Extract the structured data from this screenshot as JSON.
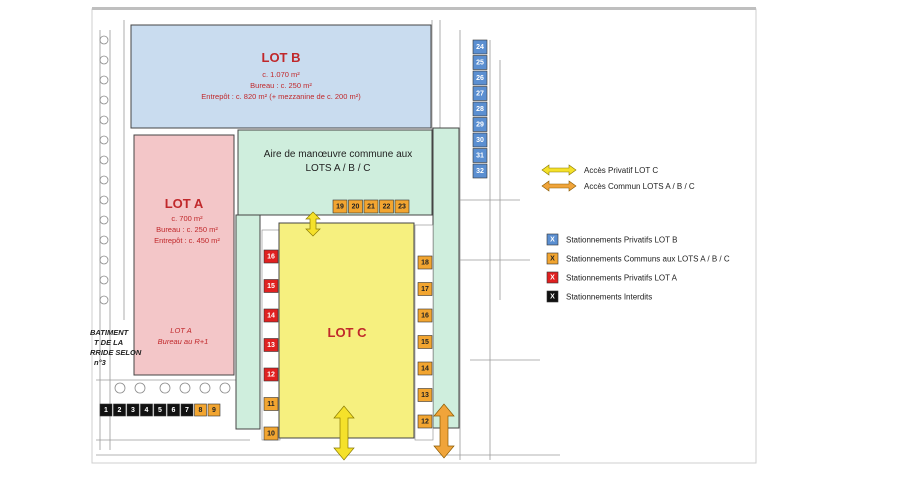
{
  "lots": {
    "lot_b": {
      "title": "LOT B",
      "lines": [
        "c. 1.070 m²",
        "Bureau : c. 250 m²",
        "Entrepôt : c. 820 m² (+ mezzanine de c. 200 m²)"
      ]
    },
    "lot_a": {
      "title": "LOT A",
      "lines": [
        "c. 700 m²",
        "Bureau : c. 250 m²",
        "Entrepôt : c. 450 m²"
      ],
      "sub_title": "LOT A",
      "sub_line": "Bureau au R+1"
    },
    "lot_c": {
      "title": "LOT C"
    }
  },
  "common_area": {
    "line1": "Aire de manœuvre commune aux",
    "line2": "LOTS A / B / C"
  },
  "building_label": [
    "BATIMENT",
    "T DE LA",
    "RRIDE SELON",
    "n°3"
  ],
  "parking": {
    "lot_b_stalls": [
      "24",
      "25",
      "26",
      "27",
      "28",
      "29",
      "30",
      "31",
      "32"
    ],
    "top_common_stalls": [
      "19",
      "20",
      "21",
      "22",
      "23"
    ],
    "left_column": [
      {
        "n": "16",
        "t": "red"
      },
      {
        "n": "15",
        "t": "red"
      },
      {
        "n": "14",
        "t": "red"
      },
      {
        "n": "13",
        "t": "red"
      },
      {
        "n": "12",
        "t": "red"
      },
      {
        "n": "11",
        "t": "orange"
      },
      {
        "n": "10",
        "t": "orange"
      }
    ],
    "right_column": [
      "18",
      "17",
      "16",
      "15",
      "14",
      "13",
      "12"
    ],
    "bottom_row": [
      {
        "n": "1",
        "t": "black"
      },
      {
        "n": "2",
        "t": "black"
      },
      {
        "n": "3",
        "t": "black"
      },
      {
        "n": "4",
        "t": "black"
      },
      {
        "n": "5",
        "t": "black"
      },
      {
        "n": "6",
        "t": "black"
      },
      {
        "n": "7",
        "t": "black"
      },
      {
        "n": "8",
        "t": "orange"
      },
      {
        "n": "9",
        "t": "orange"
      }
    ]
  },
  "legend": {
    "arrows": [
      {
        "label": "Accès Privatif LOT C",
        "color": "#f5e12a"
      },
      {
        "label": "Accès Commun LOTS  A / B / C",
        "color": "#f0a43a"
      }
    ],
    "items": [
      {
        "mark": "X",
        "label": "Stationnements Privatifs LOT B",
        "color": "#5b8fd1"
      },
      {
        "mark": "X",
        "label": "Stationnements Communs aux  LOTS A / B / C",
        "color": "#f2a530"
      },
      {
        "mark": "X",
        "label": "Stationnements Privatifs LOT A",
        "color": "#e02020"
      },
      {
        "mark": "X",
        "label": "Stationnements Interdits",
        "color": "#111111"
      }
    ]
  },
  "colors": {
    "lot_b": "#c9dcef",
    "lot_a": "#f3c6c8",
    "common": "#cfeedd",
    "lot_c": "#f6f07f",
    "stall_blue": "#5b8fd1",
    "stall_orange": "#f2a530",
    "stall_red": "#e02020",
    "stall_black": "#111111"
  }
}
